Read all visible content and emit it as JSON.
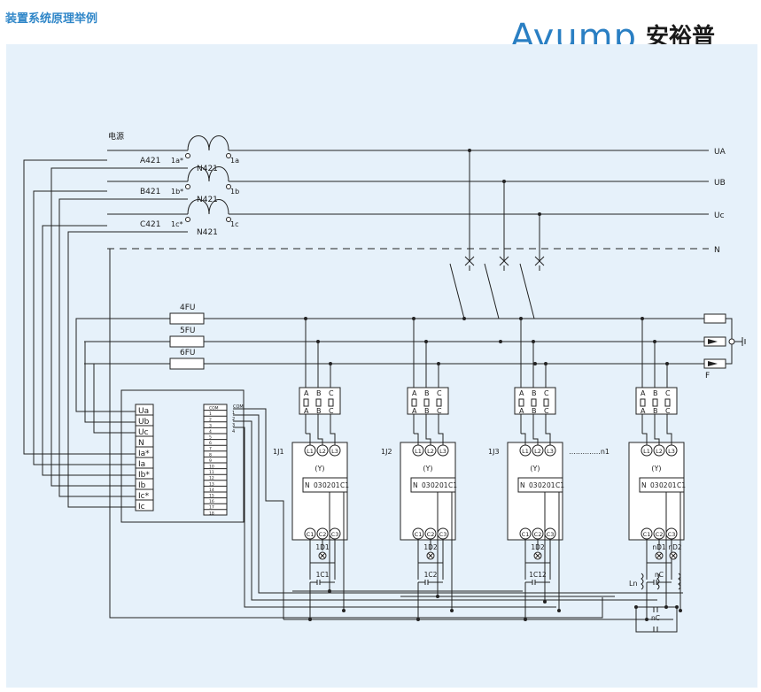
{
  "page": {
    "title": "装置系统原理举例"
  },
  "logo": {
    "word": "Ayump",
    "cn": "安裕普"
  },
  "diagram": {
    "source_label": "电源",
    "buses": {
      "ua": "UA",
      "ub": "UB",
      "uc": "Uc",
      "n": "N"
    },
    "cts": [
      {
        "wire": "A421",
        "p1": "1a*",
        "p2": "1a",
        "n": "N421"
      },
      {
        "wire": "B421",
        "p1": "1b*",
        "p2": "1b",
        "n": "N421"
      },
      {
        "wire": "C421",
        "p1": "1c*",
        "p2": "1c",
        "n": "N421"
      }
    ],
    "fuses": [
      "4FU",
      "5FU",
      "6FU"
    ],
    "ctrl_bus_f": "F",
    "controller_pins": [
      "Ua",
      "Ub",
      "Uc",
      "N",
      "Ia*",
      "Ia",
      "Ib*",
      "Ib",
      "Ic*",
      "Ic"
    ],
    "terminal_com": "COM",
    "terminal_nums": [
      "COM",
      "1",
      "2",
      "3",
      "4",
      "5",
      "6",
      "7",
      "8",
      "9",
      "10",
      "11",
      "12",
      "13",
      "14",
      "15",
      "16",
      "17",
      "18"
    ],
    "terminal_side": [
      "1",
      "2",
      "3",
      "4"
    ],
    "units": [
      {
        "name": "1J1",
        "diode": "1D1",
        "cap": "1C1"
      },
      {
        "name": "1J2",
        "diode": "1D2",
        "cap": "1C2"
      },
      {
        "name": "1J3",
        "diode": "1D2",
        "cap": "1C12"
      },
      {
        "name": "..............n1",
        "diode": "nD1",
        "diode2": "nD2",
        "cap": "nC",
        "reactor": "Ln"
      }
    ],
    "fuse_box_top": [
      "A",
      "B",
      "C"
    ],
    "fuse_box_bottom": [
      "A",
      "B",
      "C"
    ],
    "contactor_top": [
      "L1",
      "L2",
      "L3"
    ],
    "contactor_mid": "(Y)",
    "contactor_row": [
      "N",
      "03",
      "02",
      "01",
      "C1"
    ],
    "contactor_bot": [
      "C1",
      "C2",
      "C3"
    ]
  }
}
